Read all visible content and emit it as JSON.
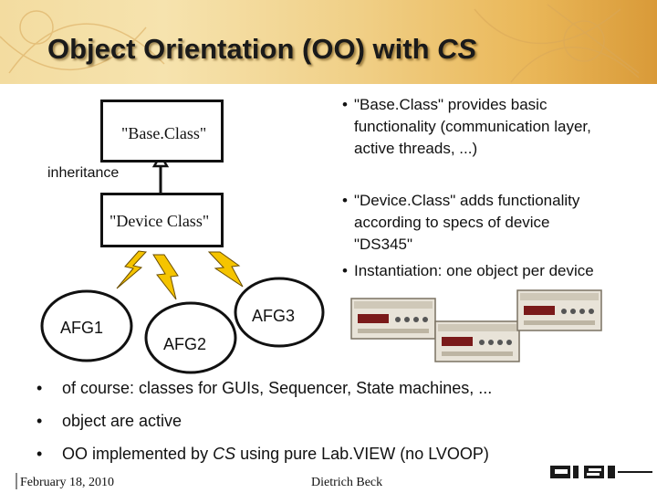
{
  "slide": {
    "title": "Object Orientation (OO) with CS",
    "title_main": "Object Orientation (OO) with ",
    "title_italic": "CS"
  },
  "diagram": {
    "base_class_label": "\"Base.Class\"",
    "inheritance_label": "inheritance",
    "device_class_label": "\"Device Class\"",
    "afg1": "AFG1",
    "afg2": "AFG2",
    "afg3": "AFG3"
  },
  "right_bullets": [
    {
      "lines": [
        "\"Base.Class\" provides basic",
        "functionality (communication layer,",
        "active threads, ...)"
      ]
    },
    {
      "lines": [
        "\"Device.Class\" adds functionality",
        "according to specs of device",
        "\"DS345\""
      ]
    },
    {
      "lines": [
        "Instantiation: one object per device"
      ]
    }
  ],
  "bottom_bullets": [
    {
      "text": "of course: classes for GUIs, Sequencer, State machines, ..."
    },
    {
      "text": "object are active"
    },
    {
      "text_before": "OO implemented by ",
      "text_italic": "CS",
      "text_after": " using pure Lab.VIEW (no LVOOP)"
    }
  ],
  "footer": {
    "date": "February 18, 2010",
    "author": "Dietrich Beck",
    "logo_text": "GSI"
  },
  "colors": {
    "header_light": "#f3dca0",
    "header_dark": "#d99a38",
    "lightning": "#f5c400",
    "logo": "#1a1a1a"
  }
}
